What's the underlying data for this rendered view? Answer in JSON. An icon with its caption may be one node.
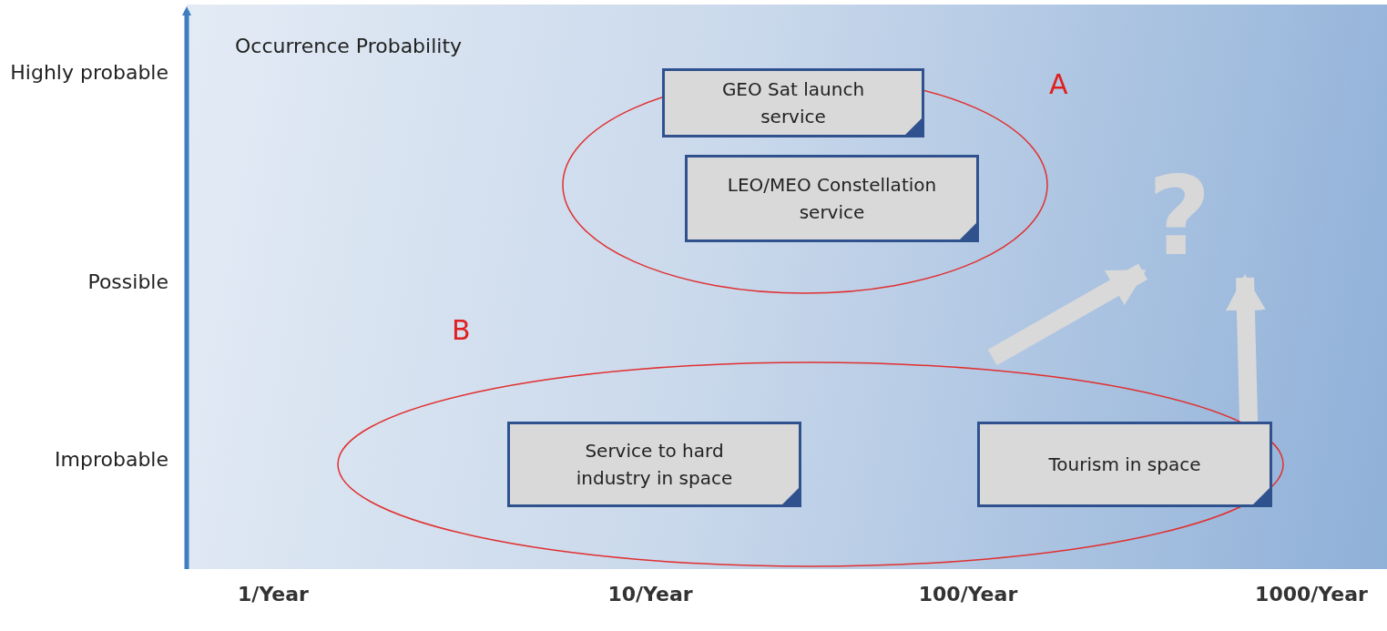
{
  "diagram": {
    "nodes": [
      {
        "text": [
          "A"
        ]
      },
      {
        "text": [
          "GEO Sat launch service"
        ],
        "in": 0
      },
      {
        "text": [
          "LEO/MEO Constellation service"
        ],
        "in": 0
      },
      {
        "text": [
          "B"
        ]
      },
      {
        "text": [
          "Service to hard industry in space"
        ],
        "in": 3
      },
      {
        "text": [
          "Tourism in space"
        ],
        "in": 3
      },
      {
        "text": [
          "?"
        ]
      }
    ],
    "edges": [
      {
        "from": 3,
        "to": 6,
        "arrow": "to"
      },
      {
        "from": 5,
        "to": 6,
        "arrow": "to"
      }
    ],
    "labels": [
      "Occurrence Probability",
      "Highly probable",
      "Possible",
      "Improbable",
      "1/Year",
      "10/Year",
      "100/Year",
      "1000/Year"
    ]
  }
}
